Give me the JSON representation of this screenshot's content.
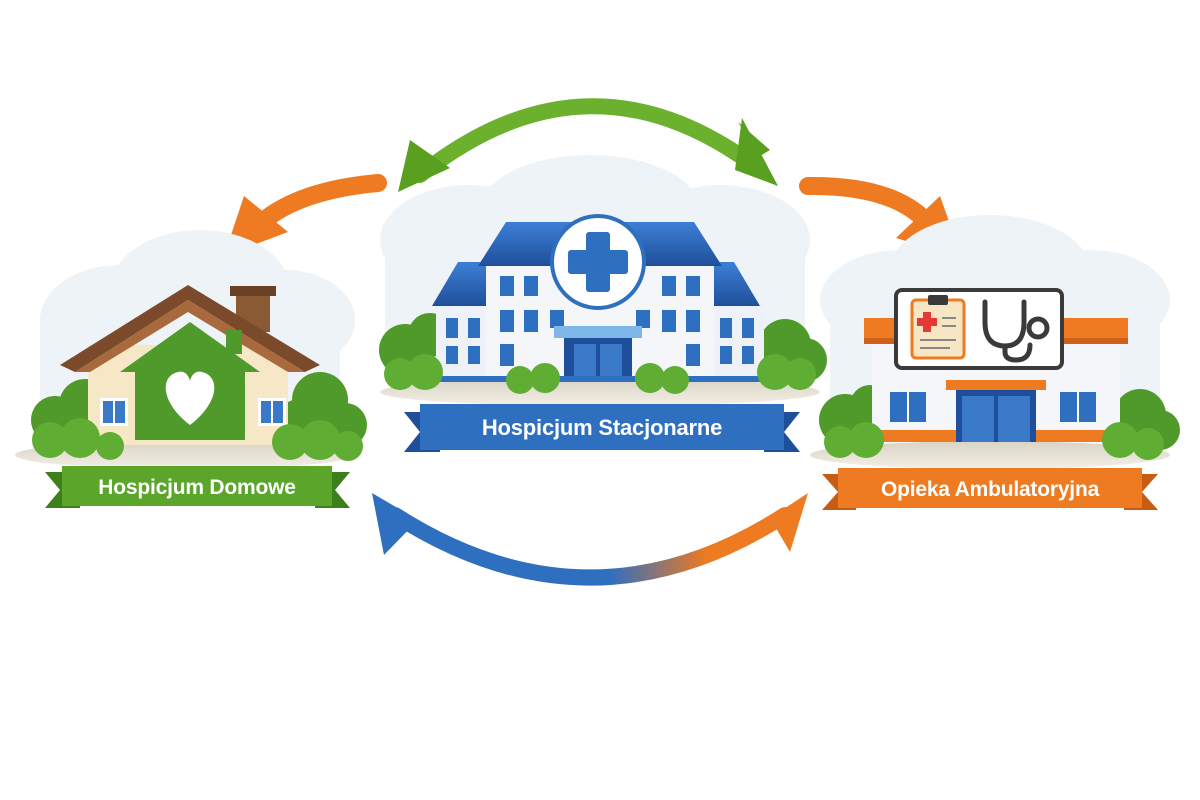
{
  "diagram": {
    "nodes": [
      {
        "id": "home",
        "label": "Hospicjum Domowe",
        "icon": "house-heart-icon",
        "color": "#5a9e2a"
      },
      {
        "id": "stationary",
        "label": "Hospicjum Stacjonarne",
        "icon": "hospital-cross-icon",
        "color": "#2f6fc0"
      },
      {
        "id": "ambulatory",
        "label": "Opieka Ambulatoryjna",
        "icon": "clinic-stethoscope-icon",
        "color": "#ee7a22"
      }
    ],
    "arrows": [
      {
        "from": "stationary",
        "to": "home",
        "color": "#ee7a22"
      },
      {
        "from": "home",
        "to": "ambulatory",
        "color": "#6bb12d",
        "bidirectional": true
      },
      {
        "from": "stationary",
        "to": "ambulatory",
        "color": "#ee7a22"
      },
      {
        "from": "home",
        "to": "ambulatory",
        "color": "#2f6fc0",
        "bidirectional": true
      }
    ]
  }
}
